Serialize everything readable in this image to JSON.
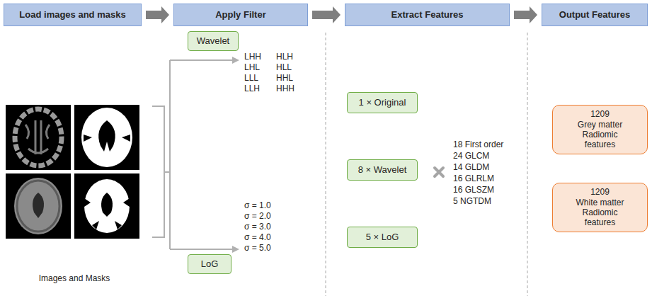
{
  "diagram": {
    "nodes": [
      {
        "text": [
          "Load images and masks"
        ]
      },
      {
        "text": [
          "Apply Filter"
        ]
      },
      {
        "text": [
          "Extract Features"
        ]
      },
      {
        "text": [
          "Output Features"
        ]
      },
      {
        "text": [
          "Wavelet"
        ]
      },
      {
        "text": [
          "LoG"
        ]
      },
      {
        "text": [
          "1 × Original"
        ]
      },
      {
        "text": [
          "8 × Wavelet"
        ]
      },
      {
        "text": [
          "5 × LoG"
        ]
      },
      {
        "text": [
          "1209",
          "Grey matter Radiomic features"
        ]
      },
      {
        "text": [
          "1209",
          "White matter Radiomic features"
        ]
      }
    ],
    "edges": [
      {
        "from": 0,
        "to": 1,
        "arrow": "to"
      },
      {
        "from": 1,
        "to": 2,
        "arrow": "to"
      },
      {
        "from": 2,
        "to": 3,
        "arrow": "to"
      }
    ],
    "labels": [
      "LHH",
      "HLH",
      "LHL",
      "HLL",
      "LLL",
      "HHL",
      "LLH",
      "HHH",
      "σ = 1.0",
      "σ = 2.0",
      "σ = 3.0",
      "σ = 4.0",
      "σ = 5.0",
      "18 First order",
      "24 GLCM",
      "14 GLDM",
      "16 GLRLM",
      "16 GLSZM",
      "5 NGTDM",
      "Images and Masks"
    ]
  }
}
